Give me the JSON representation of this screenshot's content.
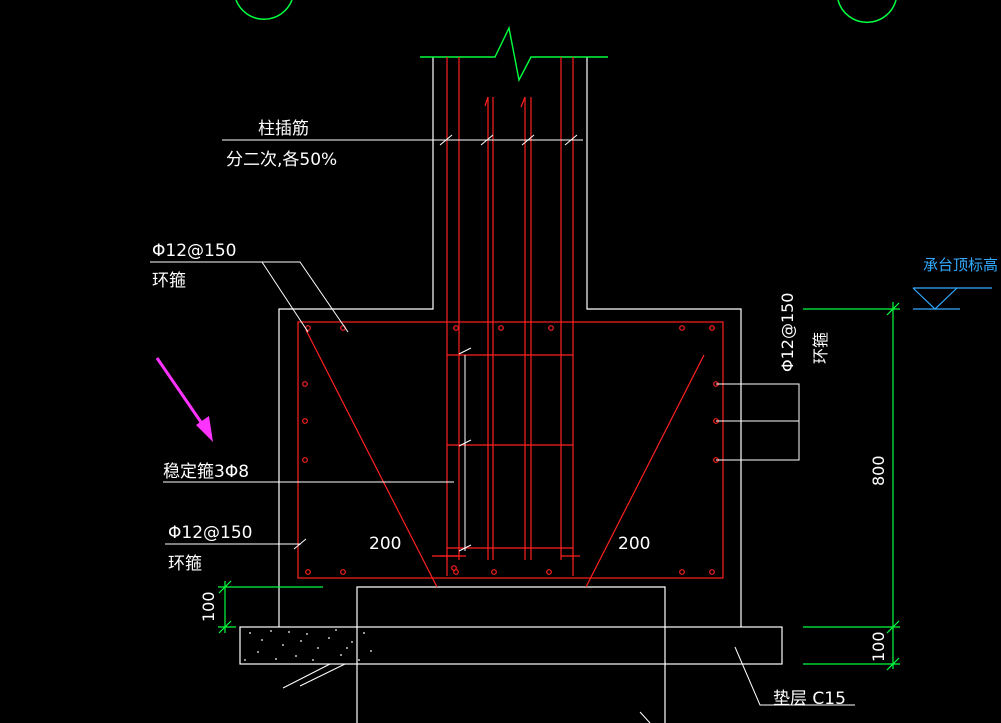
{
  "colors": {
    "background": "#000000",
    "outline": "#ffffff",
    "rebar": "#ff2020",
    "dimension": "#00ff40",
    "level_label": "#33aaff",
    "arrow": "#ff33ff"
  },
  "labels": {
    "column_dowel": "柱插筋",
    "column_dowel_note": "分二次,各50%",
    "stirrup_top_spec": "Φ12@150",
    "stirrup_top_name": "环箍",
    "stabilizer": "稳定箍3Φ8",
    "stirrup_bottom_spec": "Φ12@150",
    "stirrup_bottom_name": "环箍",
    "stirrup_right_spec": "Φ12@150",
    "stirrup_right_name": "环箍",
    "cap_top_level": "承台顶标高",
    "dim_left_200": "200",
    "dim_right_200": "200",
    "dim_800": "800",
    "dim_100_left": "100",
    "dim_100_right": "100",
    "cushion": "垫层 C15"
  },
  "icons": {
    "level_marker": "elevation-triangle-icon",
    "break_line": "break-line-icon",
    "pointer_arrow": "arrow-icon"
  }
}
